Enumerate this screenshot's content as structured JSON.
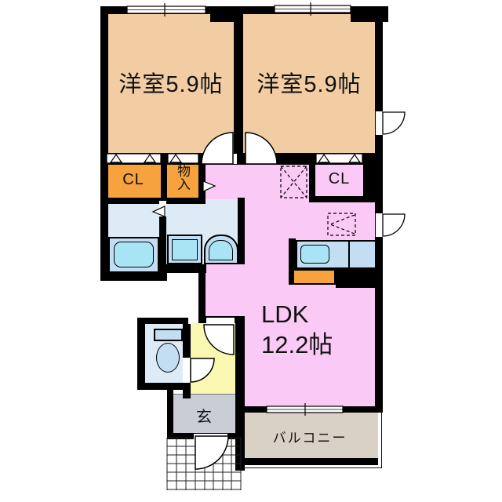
{
  "plan_type": "apartment-floor-plan",
  "colors": {
    "wall": "#000000",
    "bedroom": "#f2cda4",
    "closet": "#f6a33f",
    "ldk": "#fac9f5",
    "wet-room": "#ddebf7",
    "fixture-frame": "#c3def2",
    "fixture": "#a9e4f5",
    "hall": "#faf7b1",
    "genkan": "#c9ced6",
    "balcony": "#d9d0c6"
  },
  "rooms": {
    "bedroom1": {
      "label": "洋室5.9帖"
    },
    "bedroom2": {
      "label": "洋室5.9帖"
    },
    "ldk": {
      "name": "LDK",
      "size": "12.2帖"
    },
    "closet1": {
      "label": "CL"
    },
    "closet2": {
      "label": "CL"
    },
    "storage": {
      "label": "物入"
    },
    "entrance": {
      "label": "玄"
    },
    "balcony": {
      "label": "バルコニー"
    }
  }
}
